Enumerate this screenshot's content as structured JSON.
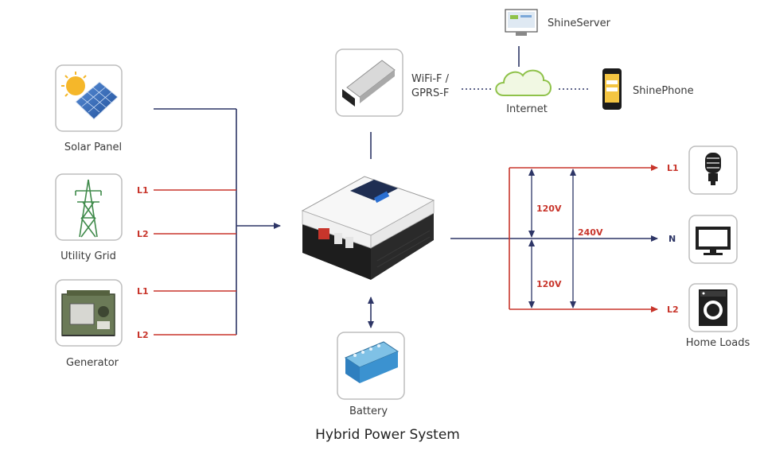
{
  "diagram": {
    "caption": "Hybrid Power System",
    "sources": {
      "solar": "Solar Panel",
      "grid": "Utility Grid",
      "generator": "Generator"
    },
    "line_labels": {
      "l1": "L1",
      "l2": "L2",
      "n": "N"
    },
    "comm": {
      "wifi_line1": "WiFi-F /",
      "wifi_line2": "GPRS-F",
      "internet": "Internet",
      "server": "ShineServer",
      "phone": "ShinePhone"
    },
    "battery": "Battery",
    "home_loads": "Home Loads",
    "voltages": {
      "upper": "120V",
      "lower": "120V",
      "total": "240V"
    },
    "colors": {
      "ac_line": "#c8352b",
      "dc_line": "#2d3566",
      "box_border": "#bdbdbd"
    }
  }
}
